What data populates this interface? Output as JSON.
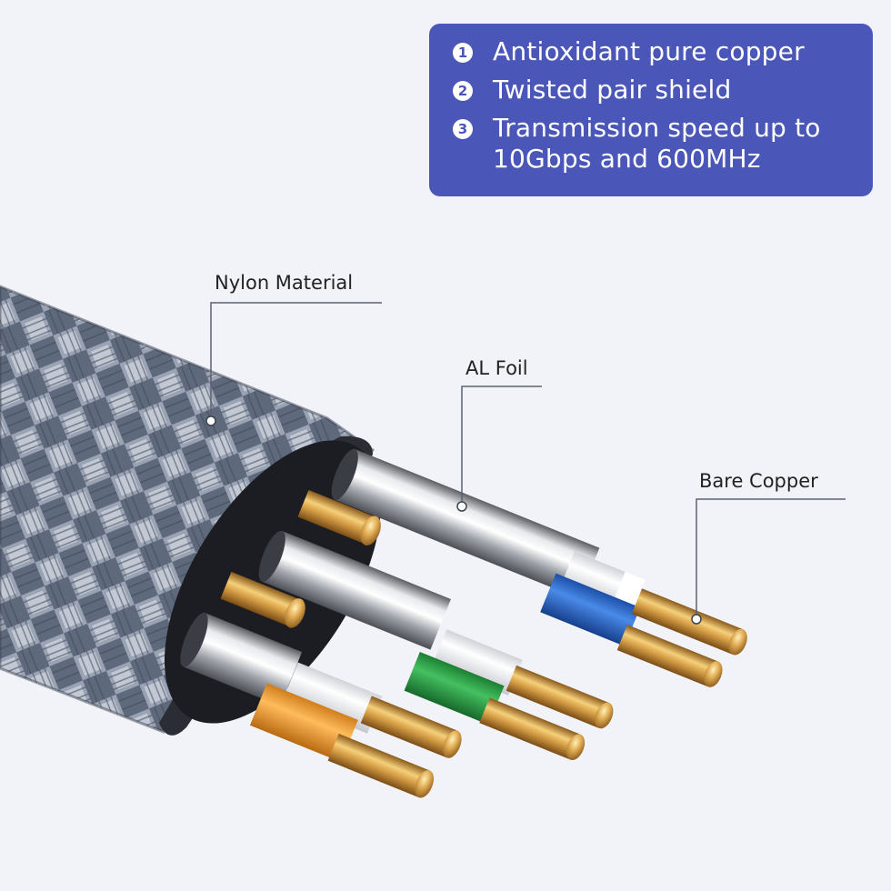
{
  "features": {
    "items": [
      {
        "number": "1",
        "text": "Antioxidant pure copper"
      },
      {
        "number": "2",
        "text": "Twisted pair shield"
      },
      {
        "number": "3",
        "text": "Transmission speed up to 10Gbps and 600MHz"
      }
    ]
  },
  "callouts": {
    "nylon": "Nylon Material",
    "foil": "AL Foil",
    "copper": "Bare Copper"
  },
  "colors": {
    "panel": "#4a57b8",
    "background": "#f1f3f9",
    "braid": "#6f7a8e",
    "wire_blue": "#2f6fd0",
    "wire_green": "#2ea84a",
    "wire_orange": "#f2a240",
    "copper": "#d8a24a"
  }
}
